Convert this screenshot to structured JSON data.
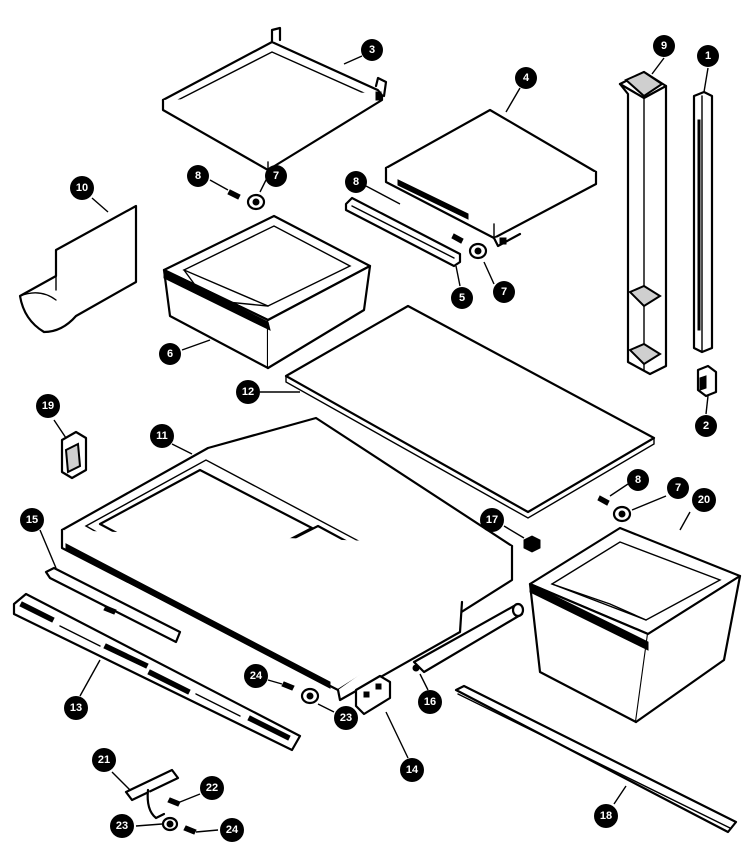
{
  "callouts": [
    {
      "id": "c1",
      "label": "1"
    },
    {
      "id": "c2",
      "label": "2"
    },
    {
      "id": "c3",
      "label": "3"
    },
    {
      "id": "c4",
      "label": "4"
    },
    {
      "id": "c5",
      "label": "5"
    },
    {
      "id": "c6",
      "label": "6"
    },
    {
      "id": "c7a",
      "label": "7"
    },
    {
      "id": "c7b",
      "label": "7"
    },
    {
      "id": "c7c",
      "label": "7"
    },
    {
      "id": "c8a",
      "label": "8"
    },
    {
      "id": "c8b",
      "label": "8"
    },
    {
      "id": "c8c",
      "label": "8"
    },
    {
      "id": "c9",
      "label": "9"
    },
    {
      "id": "c10",
      "label": "10"
    },
    {
      "id": "c11",
      "label": "11"
    },
    {
      "id": "c12",
      "label": "12"
    },
    {
      "id": "c13",
      "label": "13"
    },
    {
      "id": "c14",
      "label": "14"
    },
    {
      "id": "c15",
      "label": "15"
    },
    {
      "id": "c16",
      "label": "16"
    },
    {
      "id": "c17",
      "label": "17"
    },
    {
      "id": "c18",
      "label": "18"
    },
    {
      "id": "c19",
      "label": "19"
    },
    {
      "id": "c20",
      "label": "20"
    },
    {
      "id": "c21",
      "label": "21"
    },
    {
      "id": "c22",
      "label": "22"
    },
    {
      "id": "c23a",
      "label": "23"
    },
    {
      "id": "c23b",
      "label": "23"
    },
    {
      "id": "c24a",
      "label": "24"
    },
    {
      "id": "c24b",
      "label": "24"
    }
  ]
}
